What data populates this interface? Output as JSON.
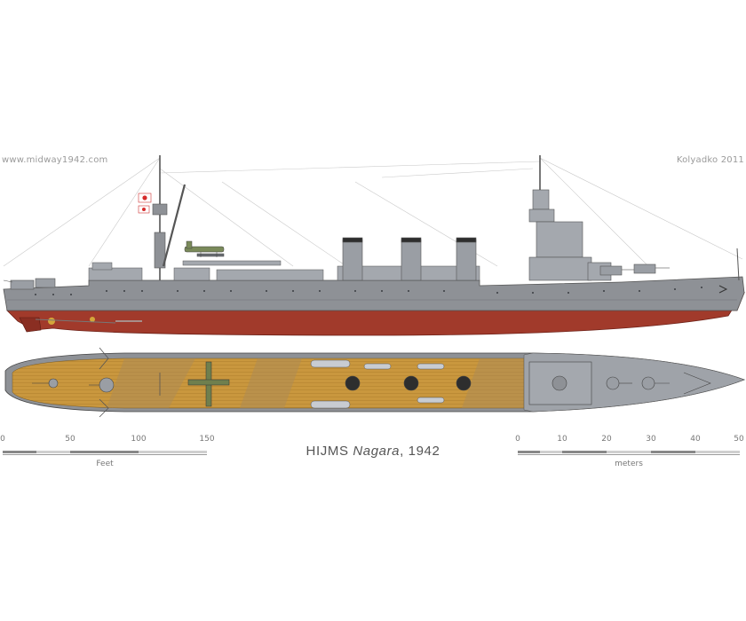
{
  "credits": {
    "source": "www.midway1942.com",
    "author": "Kolyadko 2011"
  },
  "title": {
    "prefix": "HIJMS ",
    "ship_name": "Nagara",
    "suffix": ", 1942"
  },
  "scale_feet": {
    "ticks": [
      "0",
      "50",
      "100",
      "150"
    ],
    "unit": "Feet"
  },
  "scale_meters": {
    "ticks": [
      "0",
      "10",
      "20",
      "30",
      "40",
      "50"
    ],
    "unit": "meters"
  },
  "colors": {
    "hull_gray": "#8e9196",
    "waterline_red": "#a13a2b",
    "deck_wood": "#c9973e",
    "superstructure": "#a4a8ae",
    "flag_red": "#d62b2b"
  },
  "views": [
    "side-profile",
    "top-plan"
  ]
}
